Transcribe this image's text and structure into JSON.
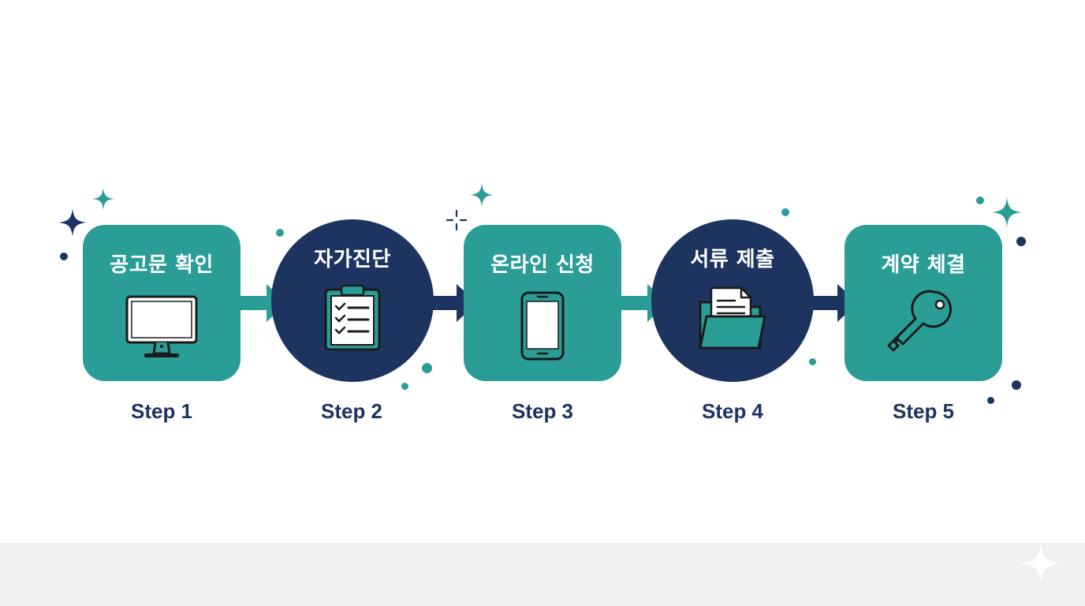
{
  "colors": {
    "teal": "#2a9d96",
    "navy": "#1d3461",
    "footer": "#f0f0f0"
  },
  "steps": [
    {
      "title": "공고문 확인",
      "label": "Step 1",
      "shape": "rounded-square",
      "color": "teal",
      "icon": "monitor-icon"
    },
    {
      "title": "자가진단",
      "label": "Step 2",
      "shape": "circle",
      "color": "navy",
      "icon": "clipboard-checklist-icon"
    },
    {
      "title": "온라인 신청",
      "label": "Step 3",
      "shape": "rounded-square",
      "color": "teal",
      "icon": "smartphone-icon"
    },
    {
      "title": "서류 제출",
      "label": "Step 4",
      "shape": "circle",
      "color": "navy",
      "icon": "document-folder-icon"
    },
    {
      "title": "계약 체결",
      "label": "Step 5",
      "shape": "rounded-square",
      "color": "teal",
      "icon": "key-icon"
    }
  ]
}
